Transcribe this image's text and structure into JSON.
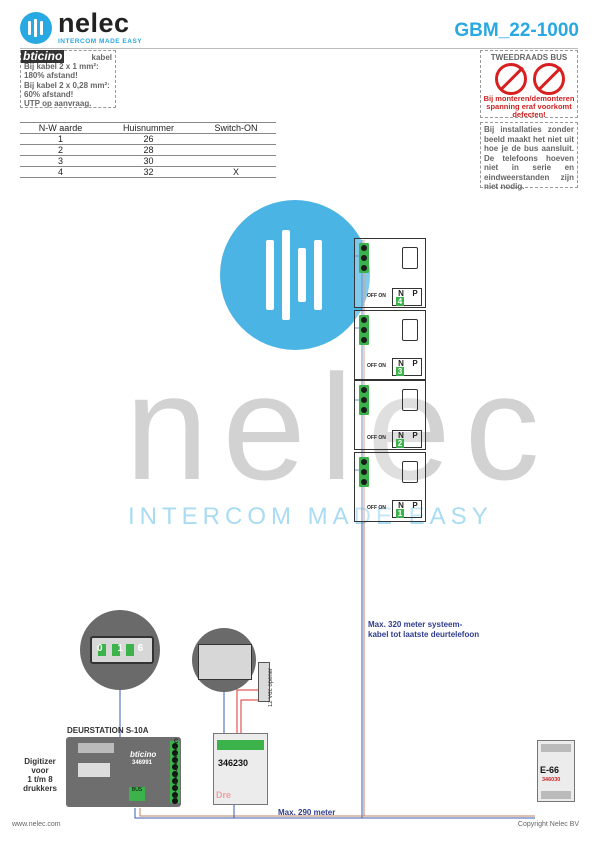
{
  "brand": {
    "name": "nelec",
    "tagline": "INTERCOM MADE EASY"
  },
  "doc_code": "GBM_22-1000",
  "left_note": {
    "logo": "bticino",
    "heading": "kabel",
    "lines": [
      "Bij kabel 2 x 1 mm²:",
      "180% afstand!",
      "Bij kabel 2 x 0,28 mm²:",
      "60% afstand!",
      "UTP op aanvraag."
    ]
  },
  "warning": {
    "title": "TWEEDRAADS BUS",
    "icons": [
      "no-plug-icon",
      "no-electric-icon"
    ],
    "text": "Bij monteren/demonteren spanning eraf voorkomt defecten!",
    "color": "#d92020"
  },
  "right_note": "Bij installaties zonder beeld maakt het niet uit hoe je de bus aansluit. De telefoons hoeven niet in serie en eindweerstanden zijn niet nodig.",
  "table": {
    "headers": [
      "N-W aarde",
      "Huisnummer",
      "Switch-ON"
    ],
    "rows": [
      [
        "1",
        "26",
        ""
      ],
      [
        "2",
        "28",
        ""
      ],
      [
        "3",
        "30",
        ""
      ],
      [
        "4",
        "32",
        "X"
      ]
    ]
  },
  "watermark": {
    "word": "nelec",
    "tagline": "INTERCOM MADE EASY"
  },
  "phones": [
    {
      "n_label": "N",
      "p_label": "P",
      "n": "4",
      "switch": "OFF ON"
    },
    {
      "n_label": "N",
      "p_label": "P",
      "n": "3",
      "switch": "OFF ON"
    },
    {
      "n_label": "N",
      "p_label": "P",
      "n": "2",
      "switch": "OFF ON"
    },
    {
      "n_label": "N",
      "p_label": "P",
      "n": "1",
      "switch": "OFF ON"
    }
  ],
  "cable_note": [
    "Max. 320 meter systeem-",
    "kabel tot laatste deurtelefoon"
  ],
  "length_note": "Max. 290 meter",
  "digitizer": [
    "Digitizer",
    "voor",
    "1 t/m 8",
    "drukkers"
  ],
  "door_station": {
    "label": "DEURSTATION S-10A",
    "brand": "bticino",
    "code": "346991",
    "bus": "BUS",
    "terms": "C 1 2 3 4 5 6 7 8"
  },
  "zoom_display": "0 1 6",
  "opener_label": "12 Vdc opener",
  "relay": {
    "code": "346230",
    "mark": "Dre"
  },
  "power": {
    "name": "E-66",
    "code": "346030"
  },
  "footer": {
    "left": "www.nelec.com",
    "right": "Copyright Nelec BV"
  },
  "colors": {
    "accent": "#29a9e1",
    "terminal": "#3bb34a",
    "wire_blue": "#3a5bb0",
    "wire_red": "#e03030"
  }
}
